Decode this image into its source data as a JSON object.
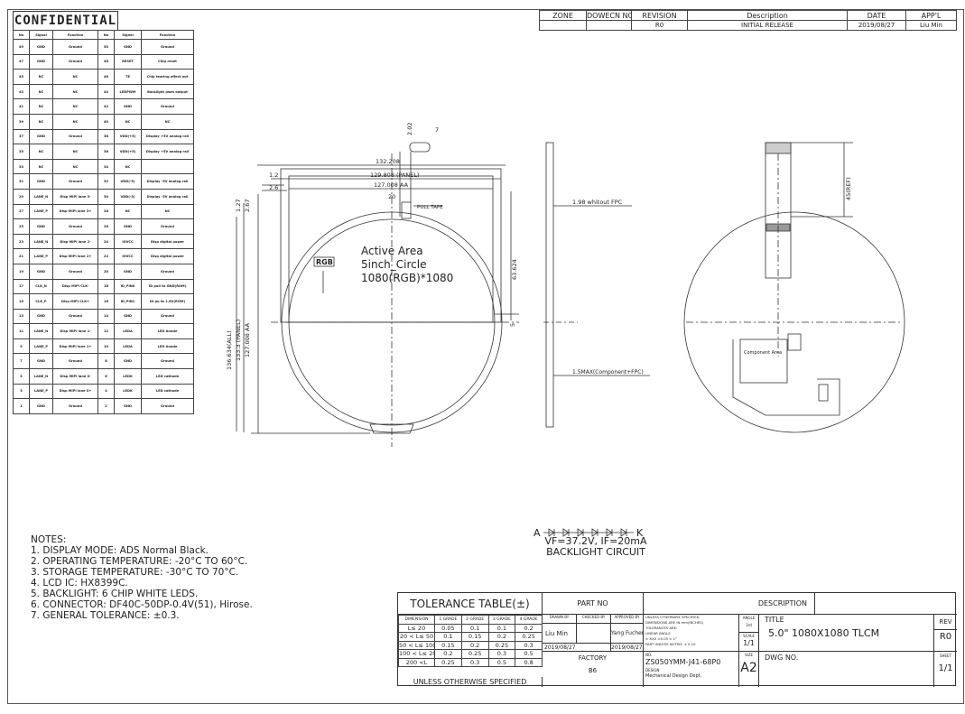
{
  "confidential": "CONFIDENTIAL",
  "pin_table": {
    "headers": [
      "No",
      "Signal",
      "Function",
      "No",
      "Signal",
      "Function"
    ],
    "rows": [
      [
        "49",
        "GND",
        "Ground",
        "50",
        "GND",
        "Ground"
      ],
      [
        "47",
        "GND",
        "Ground",
        "48",
        "RESET",
        "Chip reset"
      ],
      [
        "45",
        "NC",
        "NC",
        "46",
        "TE",
        "Chip tearing effect out"
      ],
      [
        "43",
        "NC",
        "NC",
        "44",
        "LEDPWM",
        "Backlight pwm output"
      ],
      [
        "41",
        "NC",
        "NC",
        "42",
        "GND",
        "Ground"
      ],
      [
        "39",
        "NC",
        "NC",
        "40",
        "NC",
        "NC"
      ],
      [
        "37",
        "GND",
        "Ground",
        "38",
        "VDD(+5)",
        "Display +5V analog rail"
      ],
      [
        "35",
        "NC",
        "NC",
        "36",
        "VDD(+5)",
        "Display +5V analog rail"
      ],
      [
        "33",
        "NC",
        "NC",
        "34",
        "NC",
        ""
      ],
      [
        "31",
        "GND",
        "Ground",
        "32",
        "VDD(-5)",
        "Display -5V analog rail"
      ],
      [
        "29",
        "LANE_N",
        "Disp MIPI lane 3-",
        "30",
        "VDD(-5)",
        "Display -5V analog rail"
      ],
      [
        "27",
        "LANE_P",
        "Disp MIPI lane 3+",
        "28",
        "NC",
        "NC"
      ],
      [
        "25",
        "GND",
        "Ground",
        "26",
        "GND",
        "Ground"
      ],
      [
        "23",
        "LANE_N",
        "Disp MIPI lane 2-",
        "24",
        "IOVCC",
        "Disp digital power"
      ],
      [
        "21",
        "LANE_P",
        "Disp MIPI lane 2+",
        "22",
        "IOVCC",
        "Disp digital power"
      ],
      [
        "19",
        "GND",
        "Ground",
        "20",
        "GND",
        "Ground"
      ],
      [
        "17",
        "CLK_N",
        "Disp MIPI CLK-",
        "18",
        "ID_PIN0",
        "ID pull to GND(ROM)"
      ],
      [
        "15",
        "CLK_P",
        "Disp MIPI CLK+",
        "16",
        "ID_PIN1",
        "ID pu to 1.8V(ROM)"
      ],
      [
        "13",
        "GND",
        "Ground",
        "14",
        "GND",
        "Ground"
      ],
      [
        "11",
        "LANE_N",
        "Disp MIPI lane 1-",
        "12",
        "LEDA",
        "LED Anode"
      ],
      [
        "9",
        "LANE_P",
        "Disp MIPI lane 1+",
        "10",
        "LEDA",
        "LED Anode"
      ],
      [
        "7",
        "GND",
        "Ground",
        "8",
        "GND",
        "Ground"
      ],
      [
        "5",
        "LANE_N",
        "Disp MIPI lane 0-",
        "6",
        "LEDK",
        "LED cathode"
      ],
      [
        "3",
        "LANE_P",
        "Disp MIPI lane 0+",
        "4",
        "LEDK",
        "LED cathode"
      ],
      [
        "1",
        "GND",
        "Ground",
        "2",
        "GND",
        "Ground"
      ]
    ]
  },
  "revision": {
    "headers": [
      "ZONE",
      "DOWECN NO",
      "REVISION",
      "Description",
      "DATE",
      "APP'L"
    ],
    "row": [
      "",
      "",
      "R0",
      "INITIAL RELEASE",
      "2019/08/27",
      "Liu Min"
    ]
  },
  "front_view": {
    "dim_2_02": "2.02",
    "dim_7": "7",
    "dim_132_208": "132.208",
    "dim_1_2": "1.2",
    "dim_129_808": "129.808 (PANEL)",
    "dim_2_6": "2.6",
    "dim_127_008": "127.008 AA",
    "dim_20": "20",
    "dim_1_27": "1.27",
    "dim_2_67": "2.67",
    "pull_tape": "PULL TAPE",
    "rgb": "RGB",
    "active_area_1": "Active Area",
    "active_area_2": "5inch_Circle",
    "active_area_3": "1080(RGB)*1080",
    "dim_63_624": "63.624",
    "dim_5": "5",
    "dim_136_634": "136.634(ALL)",
    "dim_133_3": "133.3 (PANEL)",
    "dim_127_008_v": "127.008 AA"
  },
  "side_view": {
    "dim_1_98": "1.98 whitout FPC",
    "dim_1_5": "1.5MAX(Component+FPC)"
  },
  "back_view": {
    "dim_45": "45(REF)",
    "component_area": "Component Area"
  },
  "notes": {
    "title": "NOTES:",
    "items": [
      "1. DISPLAY MODE: ADS Normal Black.",
      "2. OPERATING TEMPERATURE: -20°C TO 60°C.",
      "3. STORAGE TEMPERATURE: -30°C TO 70°C.",
      "4. LCD IC: HX8399C.",
      "5. BACKLIGHT: 6 CHIP WHITE LEDS.",
      "6. CONNECTOR: DF40C-50DP-0.4V(51), Hirose.",
      "7. GENERAL TOLERANCE: ±0.3."
    ]
  },
  "backlight": {
    "a": "A",
    "k": "K",
    "line1": "VF=37.2V, IF=20mA",
    "line2": "BACKLIGHT CIRCUIT"
  },
  "title_block": {
    "tolerance_title": "TOLERANCE TABLE(±)",
    "tolerance_rows": [
      [
        "DIMENSION",
        "1 GRADE",
        "2 GRADE",
        "3 GRADE",
        "4 GRADE"
      ],
      [
        "L≤ 20",
        "0.05",
        "0.1",
        "0.1",
        "0.2"
      ],
      [
        "20 < L≤ 50",
        "0.1",
        "0.15",
        "0.2",
        "0.25"
      ],
      [
        "50 < L≤ 100",
        "0.15",
        "0.2",
        "0.25",
        "0.3"
      ],
      [
        "100 < L≤ 200",
        "0.2",
        "0.25",
        "0.3",
        "0.5"
      ],
      [
        "200 <L",
        "0.25",
        "0.3",
        "0.5",
        "0.8"
      ]
    ],
    "unless": "UNLESS OTHERWISE SPECIFIED",
    "part_no": "PART NO",
    "description": "DESCRIPTION",
    "drawn_by_label": "DRAWN BY",
    "checked_by_label": "CHECKED BY",
    "approved_by_label": "APPROVED BY",
    "drawn_by": "Liu Min",
    "approved_by": "Yang Fucheng",
    "date_drawn": "2019/08/27",
    "date_approved": "2019/08/27",
    "unless_block_1": "UNLESS OTHERWISE SPECIFIED",
    "unless_block_2": "DIMENSIONS ARE IN mm(INCHES)",
    "unless_block_3": "TOLERANCES ARE:",
    "unless_block_4": "LINEAR      ANGLE",
    "unless_block_5": "± XXX  ±0.05  ± 1°",
    "unless_block_6": "PART UNLESS NOTED: ± 0.10",
    "angle_label": "ANGLE",
    "angle_value": "3rd",
    "scale_label": "SCALE",
    "scale_value": "1/1",
    "factory_label": "FACTORY",
    "factory_value": "B6",
    "no_label": "NO.",
    "drawing_no": "ZS050YMM-J41-68P0",
    "design_label": "DESIGN",
    "design_dept": "Mechanical Design Dept.",
    "size_label": "SIZE",
    "size_value": "A2",
    "title_label": "TITLE",
    "title_value": "5.0\" 1080X1080 TLCM",
    "dwg_label": "DWG NO.",
    "rev_label": "REV",
    "rev_value": "R0",
    "sheet_label": "SHEET",
    "sheet_value": "1/1"
  }
}
